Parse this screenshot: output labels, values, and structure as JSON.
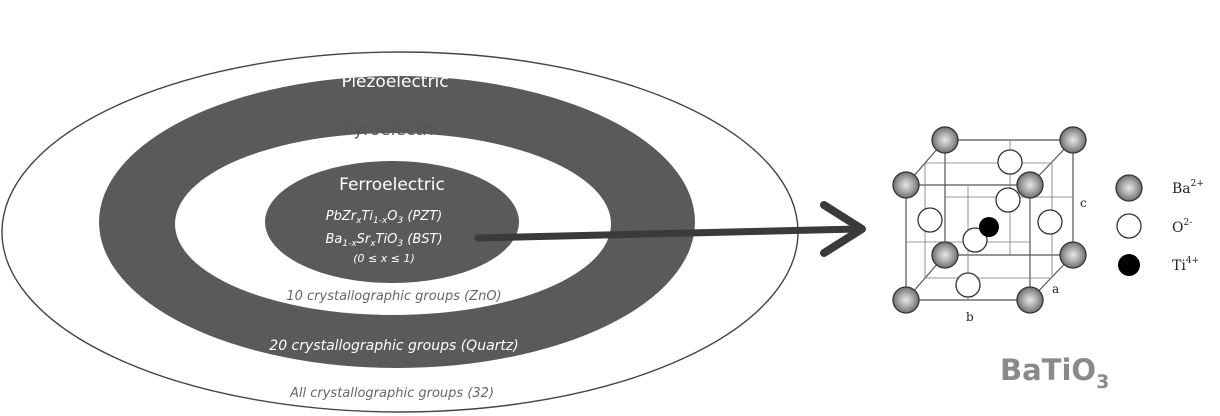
{
  "rings": {
    "outer_label": "Piezoelectric",
    "middle_label": "Pyroelectric",
    "inner_label": "Ferroelectric",
    "outer_note": "All crystallographic groups (32)",
    "dark_band_note": "20 crystallographic groups (Quartz)",
    "white_band_note": "10 crystallographic groups (ZnO)"
  },
  "formulas": {
    "pzt": {
      "parts": [
        "PbZr",
        "x",
        "Ti",
        "1-x",
        "O",
        "3",
        " (PZT)"
      ]
    },
    "bst": {
      "parts": [
        "Ba",
        "1-x",
        "Sr",
        "x",
        "TiO",
        "3",
        " (BST)"
      ]
    },
    "range": "(0 ≤ x ≤ 1)"
  },
  "crystal": {
    "axis_a": "a",
    "axis_b": "b",
    "axis_c": "c",
    "legend": [
      {
        "ion": "Ba",
        "charge": "2+",
        "icon": "grey-sphere-icon"
      },
      {
        "ion": "O",
        "charge": "2-",
        "icon": "white-circle-icon"
      },
      {
        "ion": "Ti",
        "charge": "4+",
        "icon": "black-dot-icon"
      }
    ],
    "title_main": "BaTiO",
    "title_sub": "3"
  },
  "colors": {
    "dark_band": "#5a5a5a",
    "inner_fill": "#5a5a5a",
    "arrow": "#3a3a3a",
    "title": "#8a8a8a"
  }
}
